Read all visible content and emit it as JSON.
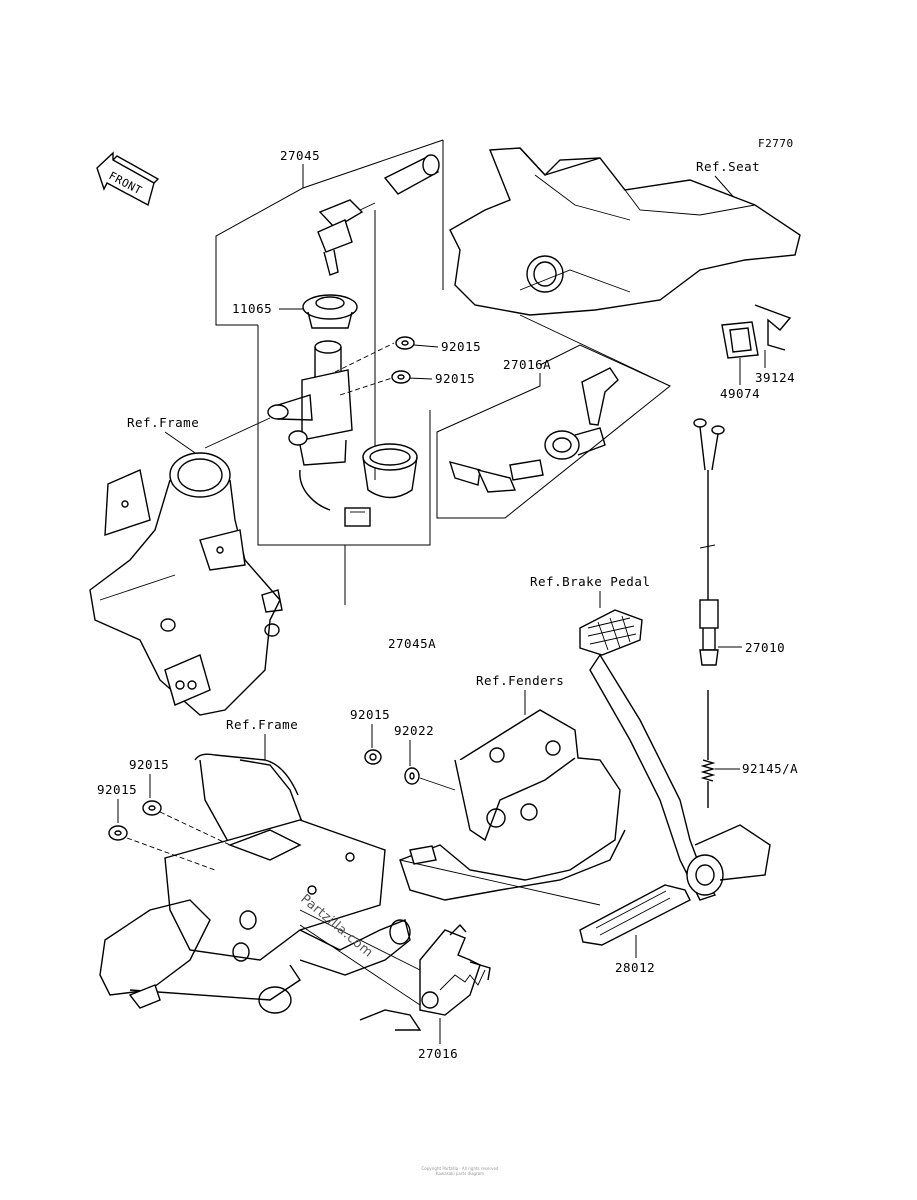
{
  "figure_code": "F2770",
  "front_arrow": "FRONT",
  "labels": {
    "p27045": "27045",
    "p11065": "11065",
    "p92015a": "92015",
    "p92015b": "92015",
    "p27016a": "27016A",
    "ref_frame_top": "Ref.Frame",
    "ref_seat": "Ref.Seat",
    "p39124": "39124",
    "p49074": "49074",
    "p27045a": "27045A",
    "ref_brake_pedal": "Ref.Brake Pedal",
    "p27010": "27010",
    "ref_fenders": "Ref.Fenders",
    "p92015c": "92015",
    "p92022": "92022",
    "ref_frame_bottom": "Ref.Frame",
    "p92015d": "92015",
    "p92015e": "92015",
    "p92145a": "92145/A",
    "p28012": "28012",
    "p27016": "27016"
  },
  "watermark": "Partzilla.com",
  "footer": [
    "Copyright Partzilla · All rights reserved",
    "Kawasaki parts diagram"
  ]
}
